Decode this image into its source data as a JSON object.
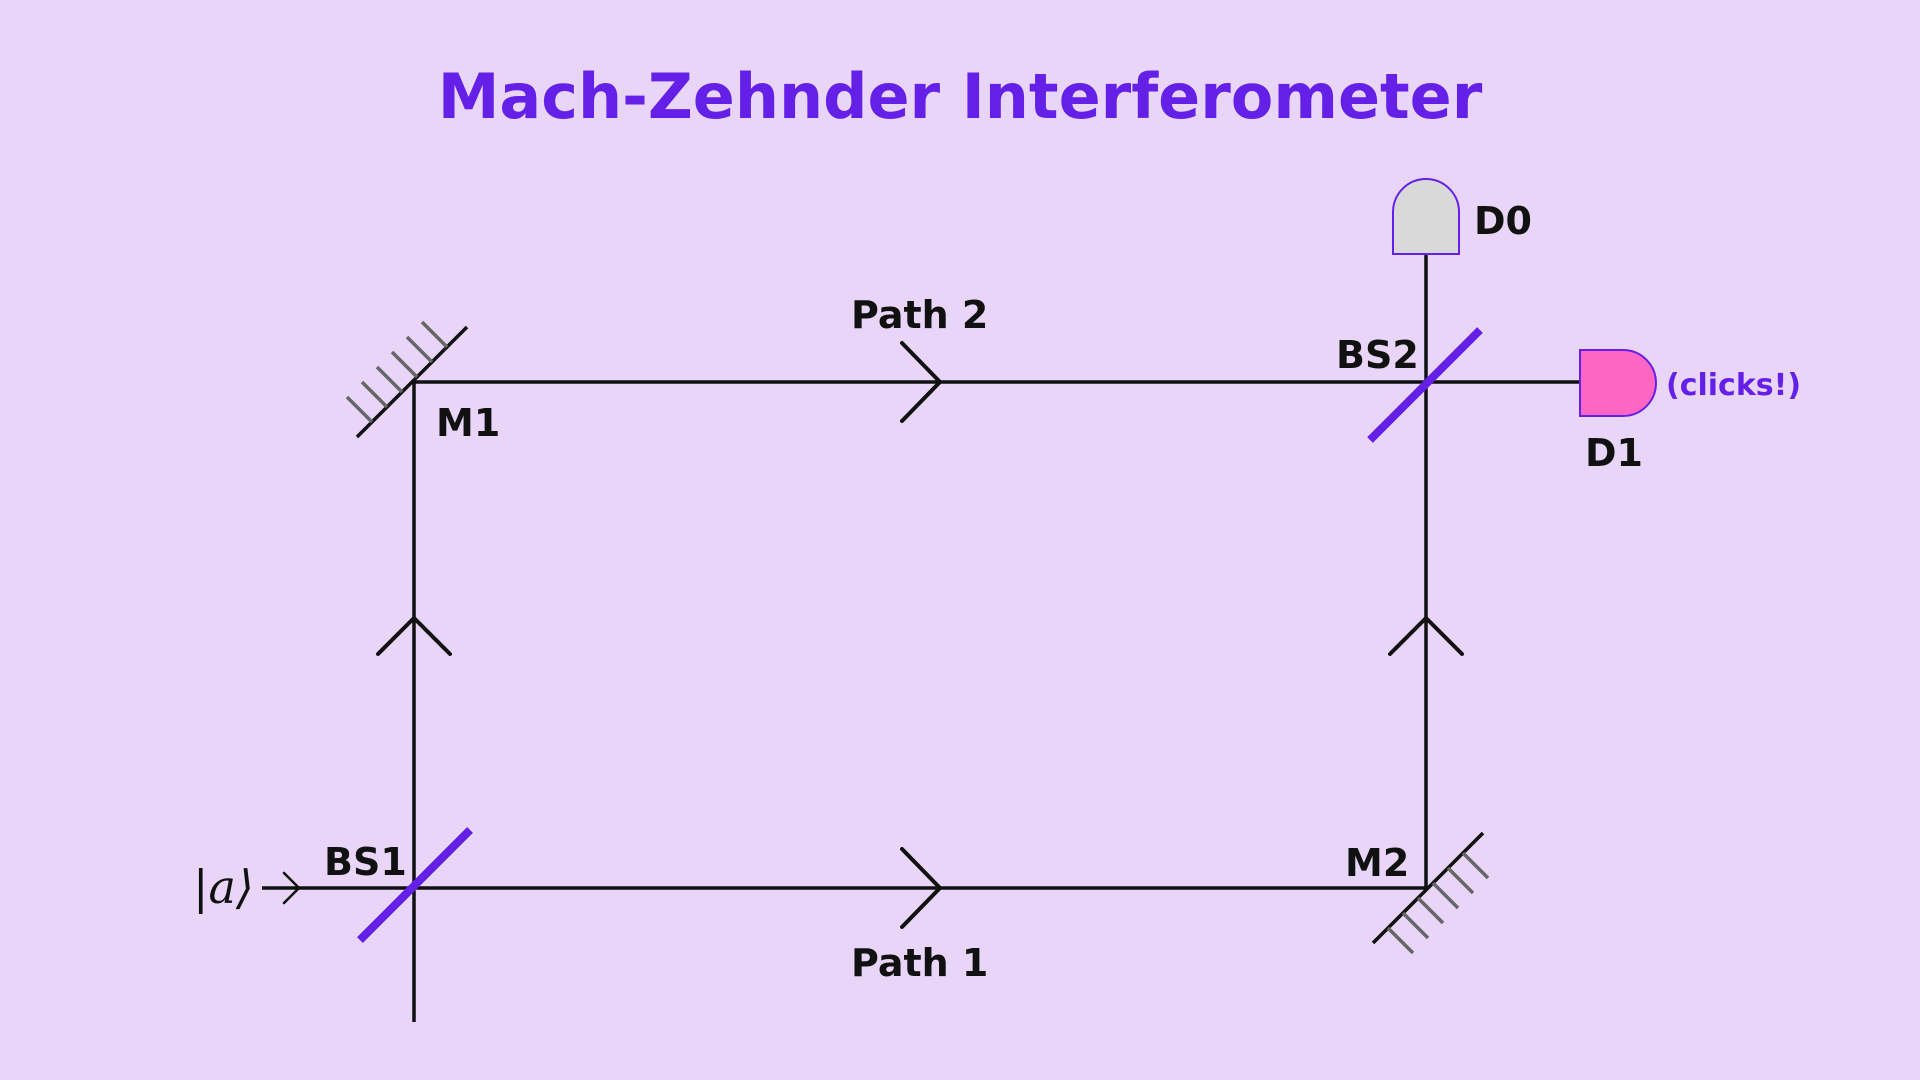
{
  "title": "Mach-Zehnder Interferometer",
  "input_state": "|a⟩",
  "labels": {
    "bs1": "BS1",
    "bs2": "BS2",
    "m1": "M1",
    "m2": "M2",
    "path1": "Path 1",
    "path2": "Path 2",
    "d0": "D0",
    "d1": "D1",
    "d1_note": "(clicks!)"
  },
  "colors": {
    "background": "#e9d5f8",
    "accent": "#6420e6",
    "beam": "#111111",
    "detector_off": "#d9d9d9",
    "detector_on": "#ff66c4",
    "hatch": "#666666"
  }
}
